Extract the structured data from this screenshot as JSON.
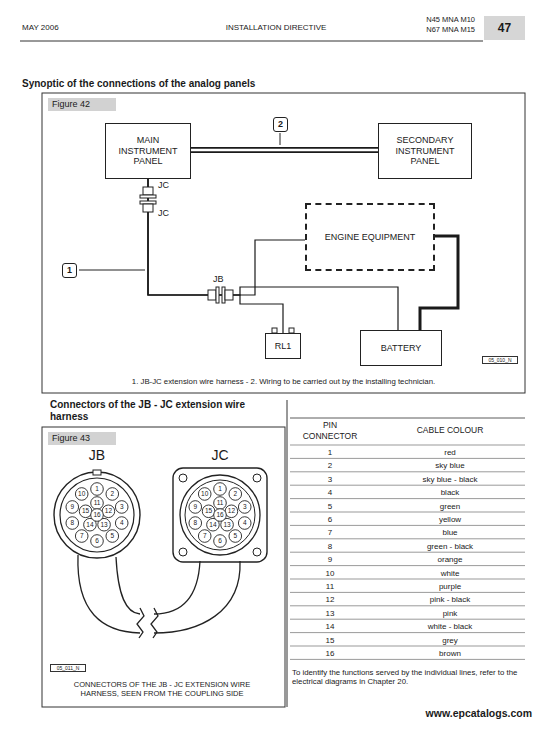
{
  "diagram": {
    "title": "Synoptic of the connections of the analog panels",
    "caption": "1. JB-JC extension wire harness - 2. Wiring to be carried out by the installing technician.",
    "nodes": [
      {
        "text": [
          "MAIN INSTRUMENT PANEL"
        ]
      },
      {
        "text": [
          "SECONDARY INSTRUMENT PANEL"
        ]
      },
      {
        "text": [
          "ENGINE EQUIPMENT"
        ]
      },
      {
        "text": [
          "RL1"
        ]
      },
      {
        "text": [
          "BATTERY"
        ]
      }
    ],
    "edges": [
      {
        "from": 0,
        "to": 1,
        "arrow": "none"
      },
      {
        "from": 0,
        "to": 2,
        "arrow": "none"
      },
      {
        "from": 0,
        "to": 3,
        "arrow": "none"
      },
      {
        "from": 0,
        "to": 4,
        "arrow": "none"
      },
      {
        "from": 2,
        "to": 4,
        "arrow": "none"
      }
    ],
    "labels": [
      "MAY 2006",
      "INSTALLATION DIRECTIVE",
      "N45 MNA M10",
      "N67 MNA M15",
      "47",
      "Figure 42",
      "2",
      "JC",
      "JC",
      "1",
      "JB",
      "05_010_N",
      "Connectors of the JB - JC extension wire harness",
      "Figure 43",
      "JB",
      "JC",
      "1",
      "2",
      "3",
      "4",
      "5",
      "6",
      "7",
      "8",
      "9",
      "10",
      "11",
      "12",
      "13",
      "14",
      "15",
      "16",
      "1",
      "2",
      "3",
      "4",
      "5",
      "6",
      "7",
      "8",
      "9",
      "10",
      "11",
      "12",
      "13",
      "14",
      "15",
      "16",
      "05_011_N",
      "CONNECTORS OF THE JB - JC EXTENSION WIRE HARNESS, SEEN FROM THE COUPLING SIDE",
      "PIN CONNECTOR",
      "CABLE COLOUR",
      "1",
      "red",
      "2",
      "sky blue",
      "3",
      "sky blue - black",
      "4",
      "black",
      "5",
      "green",
      "6",
      "yellow",
      "7",
      "blue",
      "8",
      "green - black",
      "9",
      "orange",
      "10",
      "white",
      "11",
      "purple",
      "12",
      "pink - black",
      "13",
      "pink",
      "14",
      "white - black",
      "15",
      "grey",
      "16",
      "brown",
      "To identify the functions served by the individual lines, refer to the electrical diagrams in Chapter 20.",
      "www.epcatalogs.com"
    ]
  }
}
